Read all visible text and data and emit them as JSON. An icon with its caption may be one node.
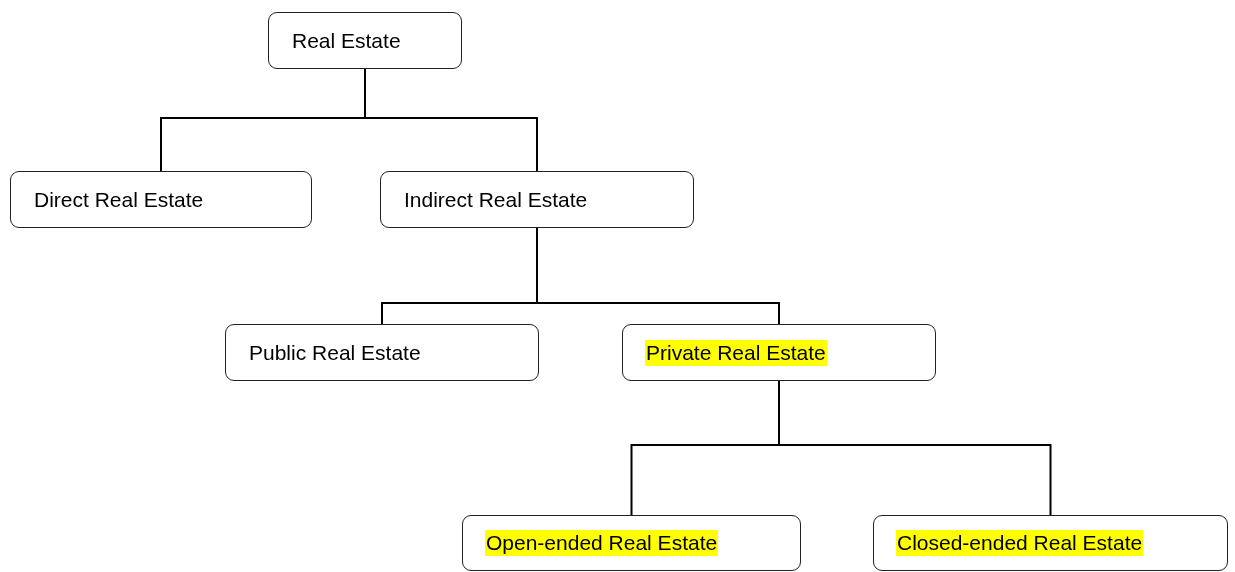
{
  "diagram": {
    "nodes": [
      {
        "text": [
          "Real Estate"
        ]
      },
      {
        "text": [
          "Direct Real Estate"
        ]
      },
      {
        "text": [
          "Indirect Real Estate"
        ]
      },
      {
        "text": [
          "Public Real Estate"
        ]
      },
      {
        "text": [
          "Private Real Estate"
        ]
      },
      {
        "text": [
          "Open-ended Real Estate"
        ]
      },
      {
        "text": [
          "Closed-ended Real Estate"
        ]
      }
    ],
    "edges": [
      {
        "from": 0,
        "to": 1,
        "arrow": "none"
      },
      {
        "from": 0,
        "to": 2,
        "arrow": "none"
      },
      {
        "from": 2,
        "to": 3,
        "arrow": "none"
      },
      {
        "from": 2,
        "to": 4,
        "arrow": "none"
      },
      {
        "from": 4,
        "to": 5,
        "arrow": "none"
      },
      {
        "from": 4,
        "to": 6,
        "arrow": "none"
      }
    ]
  }
}
